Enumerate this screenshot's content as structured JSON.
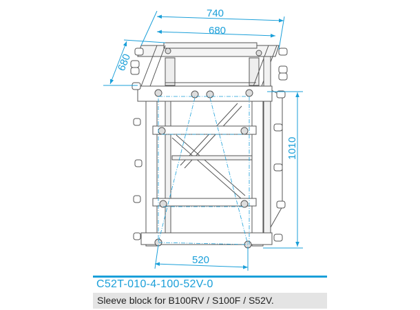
{
  "drawing": {
    "dimensions": {
      "overall_width": "740",
      "inner_width": "680",
      "depth": "680",
      "height": "1010",
      "base_spacing": "520"
    },
    "accent_color": "#1a9fd9",
    "line_color": "#555555"
  },
  "footer": {
    "part_number": "C52T-010-4-100-52V-0",
    "description": "Sleeve block for B100RV / S100F / S52V."
  }
}
